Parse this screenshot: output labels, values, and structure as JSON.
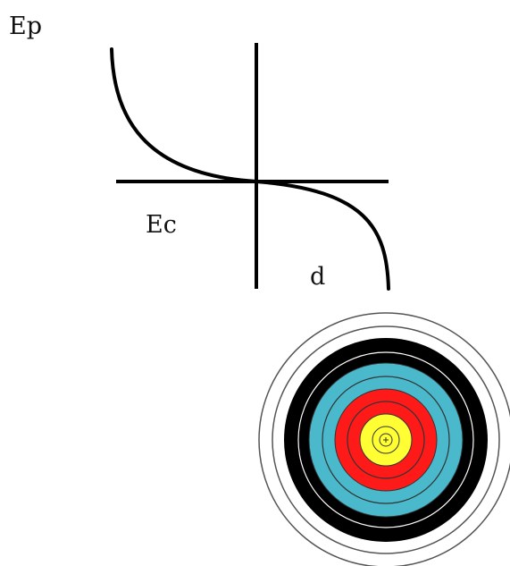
{
  "graph": {
    "label_ep": "Ep",
    "label_ec": "Ec",
    "label_d": "d"
  },
  "colors": {
    "line": "#000000",
    "white": "#ffffff",
    "black": "#000000",
    "blue": "#4ab9cc",
    "red": "#ff1a1a",
    "gold": "#ffff33",
    "ring_line": "#444444"
  },
  "target": {
    "icon": "archery-target-icon",
    "zones_outer_to_inner": [
      "white",
      "black",
      "blue",
      "red",
      "gold"
    ]
  }
}
